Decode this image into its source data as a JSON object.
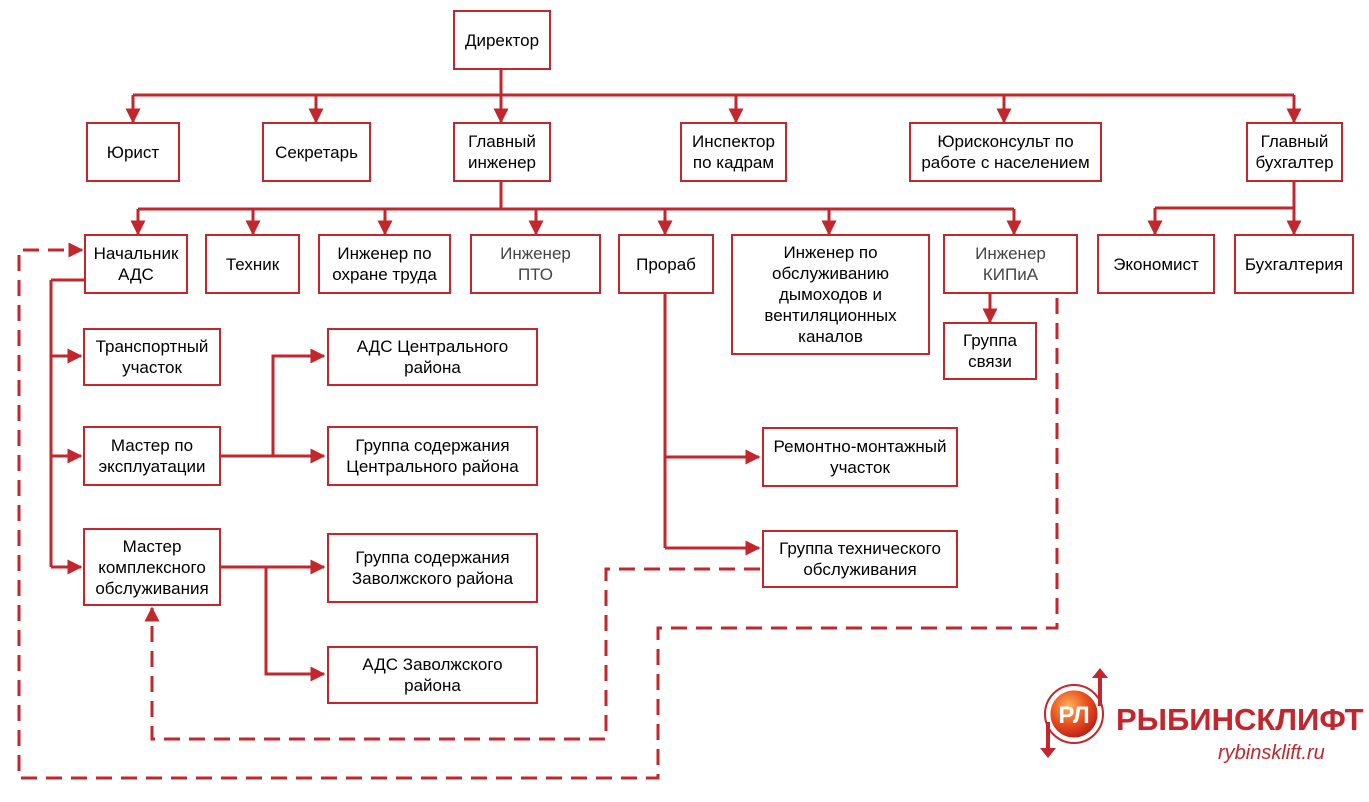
{
  "colors": {
    "line": "#c1272d"
  },
  "nodes": {
    "director": "Директор",
    "lawyer": "Юрист",
    "secretary": "Секретарь",
    "chief_engineer": "Главный\nинженер",
    "hr_inspector": "Инспектор\nпо кадрам",
    "legal_advisor": "Юрисконсульт по\nработе с населением",
    "chief_accountant": "Главный\nбухгалтер",
    "head_ads": "Начальник\nАДС",
    "technician": "Техник",
    "safety_engineer": "Инженер по\nохране труда",
    "pto_engineer": "Инженер\nПТО",
    "foreman": "Прораб",
    "chimney_engineer": "Инженер по\nобслуживанию\nдымоходов и\nвентиляционных\nканалов",
    "kipia_engineer": "Инженер\nКИПиА",
    "economist": "Экономист",
    "accounting": "Бухгалтерия",
    "comm_group": "Группа\nсвязи",
    "transport": "Транспортный\nучасток",
    "operation_master": "Мастер по\nэксплуатации",
    "complex_master": "Мастер\nкомплексного\nобслуживания",
    "ads_central": "АДС Центрального\nрайона",
    "maint_central": "Группа содержания\nЦентрального района",
    "maint_zavolzh": "Группа содержания\nЗаволжского района",
    "ads_zavolzh": "АДС Заволжского\nрайона",
    "repair_section": "Ремонтно-монтажный\nучасток",
    "tech_service": "Группа технического\nобслуживания"
  },
  "logo": {
    "monogram": "РЛ",
    "name": "РЫБИНСКЛИФТ",
    "url": "rybinsklift.ru"
  }
}
